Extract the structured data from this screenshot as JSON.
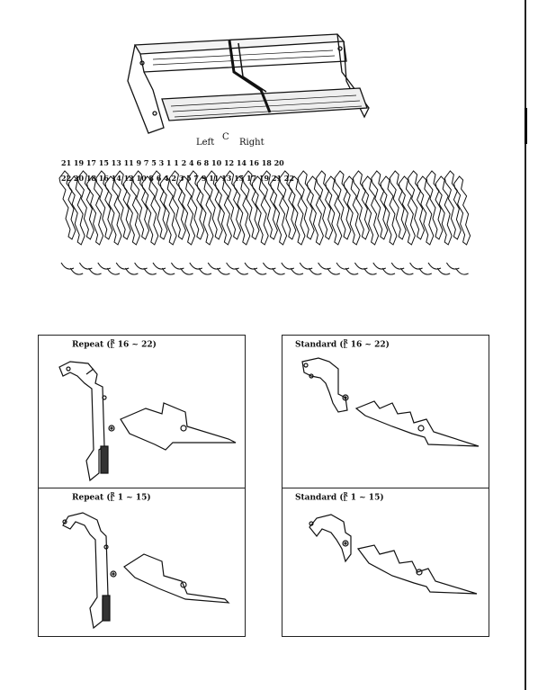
{
  "top": {
    "direction_left": "Left",
    "direction_center": "C",
    "direction_right": "Right",
    "numbers_row_upper": "21  19  17  15  13  11   9   7   5   3   1  1   2   4   6   8  10  12  14  16  18  20",
    "numbers_row_lower": "22  20  18  16  14  12  10   8   6   4   2    3   5   7   9  11  13  15  17  19  21  22"
  },
  "panels": [
    {
      "title": "Repeat (",
      "fraction_top": "R",
      "fraction_bottom": "L",
      "range": "16 ~ 22)"
    },
    {
      "title": "Standard (",
      "fraction_top": "R",
      "fraction_bottom": "L",
      "range": "16 ~ 22)"
    },
    {
      "title": "Repeat (",
      "fraction_top": "R",
      "fraction_bottom": "L",
      "range": "1 ~ 15)"
    },
    {
      "title": "Standard (",
      "fraction_top": "R",
      "fraction_bottom": "L",
      "range": "1 ~ 15)"
    }
  ]
}
